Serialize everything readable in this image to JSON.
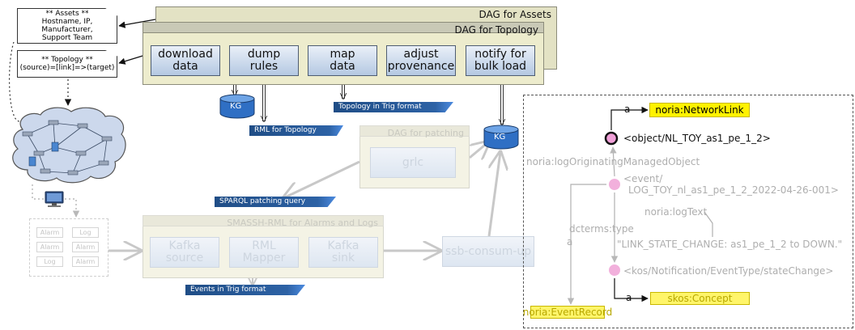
{
  "panels": {
    "assets_title": "DAG for Assets",
    "topology_title": "DAG for Topology",
    "patching_title": "DAG for patching",
    "alarms_title": "SMASSH-RML for Alarms and Logs"
  },
  "steps": {
    "download": "download\ndata",
    "dump": "dump\nrules",
    "map": "map\ndata",
    "adjust": "adjust\nprovenance",
    "notify": "notify for\nbulk load",
    "grlc": "grlc",
    "kafka_source": "Kafka\nsource",
    "rml_mapper": "RML\nMapper",
    "kafka_sink": "Kafka\nsink",
    "consumer": "ssb-consum-up"
  },
  "notes": {
    "assets": "** Assets **\nHostname, IP,\nManufacturer,\nSupport Team",
    "topology": "** Topology **\n(source)=[link]=>(target)"
  },
  "kg": {
    "label_1": "KG",
    "label_2": "KG"
  },
  "tags": {
    "topology_trig": "Topology in Trig format",
    "rml_topology": "RML for Topology",
    "sparql_patching": "SPARQL patching query",
    "events_trig": "Events in Trig format"
  },
  "alarms": [
    "Alarm",
    "Log",
    "Alarm",
    "Alarm",
    "Log",
    "Alarm"
  ],
  "rdf": {
    "a1": "a",
    "network_link": "noria:NetworkLink",
    "object_uri": "<object/NL_TOY_as1_pe_1_2>",
    "originating": "noria:logOriginatingManagedObject",
    "event_line1": "<event/",
    "event_line2": "LOG_TOY_nl_as1_pe_1_2_2022-04-26-001>",
    "logtext": "noria:logText",
    "dcterms": "dcterms:type",
    "literal": "\"LINK_STATE_CHANGE: as1_pe_1_2 to DOWN.\"",
    "a2": "a",
    "state_change": "<kos/Notification/EventType/stateChange>",
    "a3": "a",
    "skos_concept": "skos:Concept",
    "event_record": "noria:EventRecord"
  }
}
